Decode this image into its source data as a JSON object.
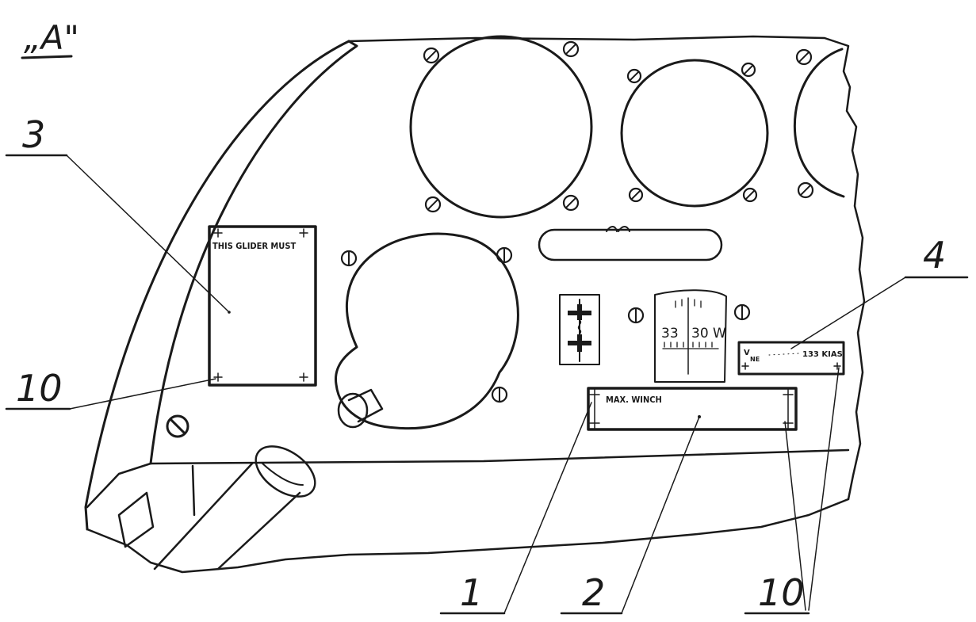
{
  "view_label": "„A\"",
  "callouts": {
    "c1": "1",
    "c2": "2",
    "c3": "3",
    "c4": "4",
    "c10_left": "10",
    "c10_right": "10"
  },
  "placards": {
    "glider_placard_text": "THIS GLIDER MUST",
    "winch_placard_text": "MAX. WINCH",
    "vne_label_v": "V",
    "vne_label_sub": "NE",
    "vne_value": "133 KIAS"
  },
  "compass": {
    "left_reading": "33",
    "right_reading": "30 W"
  }
}
